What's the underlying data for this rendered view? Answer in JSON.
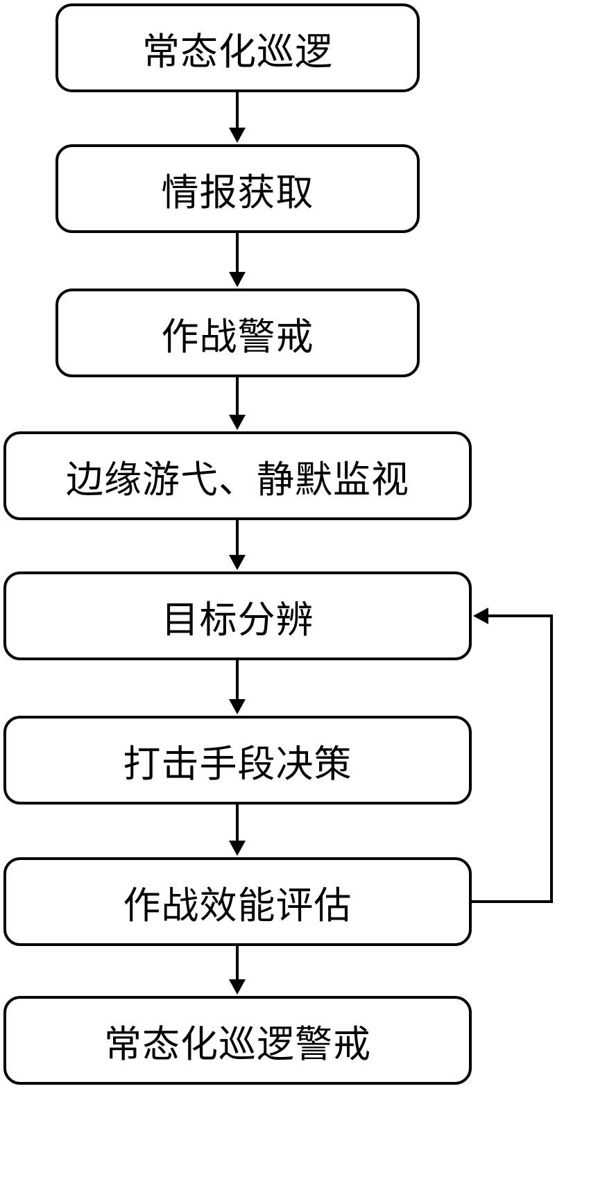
{
  "steps": [
    {
      "label": "常态化巡逻"
    },
    {
      "label": "情报获取"
    },
    {
      "label": "作战警戒"
    },
    {
      "label": "边缘游弋、静默监视"
    },
    {
      "label": "目标分辨"
    },
    {
      "label": "打击手段决策"
    },
    {
      "label": "作战效能评估"
    },
    {
      "label": "常态化巡逻警戒"
    }
  ]
}
